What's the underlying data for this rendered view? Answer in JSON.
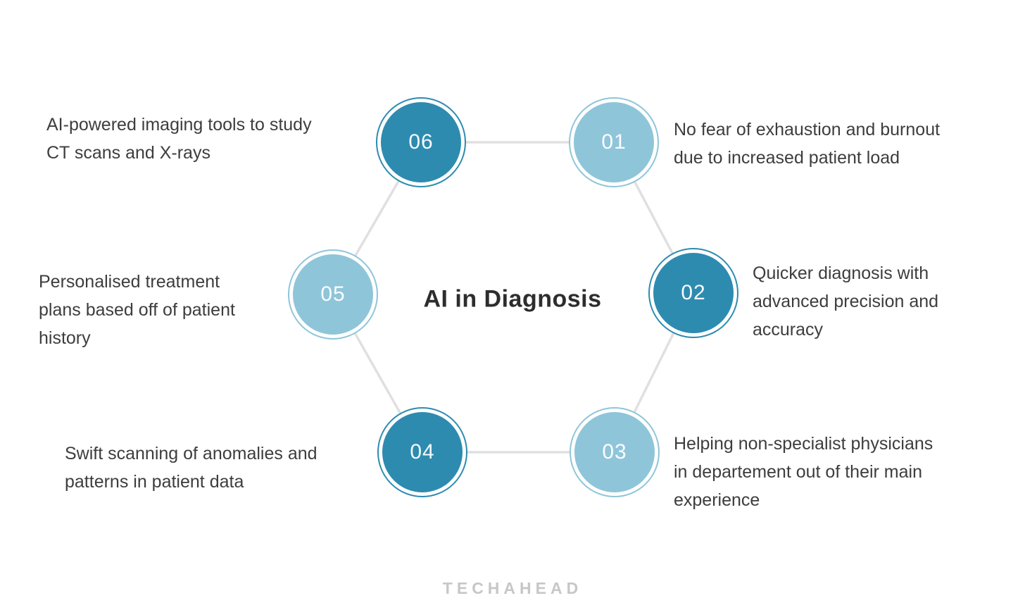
{
  "title": "AI in Diagnosis",
  "watermark": "TECHAHEAD",
  "colors": {
    "node_dark": "#2d8bb0",
    "node_light": "#8fc5d9",
    "connector": "#e0e0e0",
    "label_text": "#3d3d3d",
    "title_text": "#2d2d2d",
    "watermark_text": "#c7c7c7"
  },
  "nodes": [
    {
      "number": "01",
      "tone": "light",
      "label": "No fear of exhaustion and burnout\ndue to increased patient load"
    },
    {
      "number": "02",
      "tone": "dark",
      "label": "Quicker diagnosis with\nadvanced precision and\naccuracy"
    },
    {
      "number": "03",
      "tone": "light",
      "label": "Helping non-specialist physicians\nin departement out of their main\nexperience"
    },
    {
      "number": "04",
      "tone": "dark",
      "label": "Swift scanning of anomalies and\npatterns in patient data"
    },
    {
      "number": "05",
      "tone": "light",
      "label": "Personalised treatment\nplans based off of patient\nhistory"
    },
    {
      "number": "06",
      "tone": "dark",
      "label": "AI-powered imaging tools to study\nCT scans and X-rays"
    }
  ]
}
